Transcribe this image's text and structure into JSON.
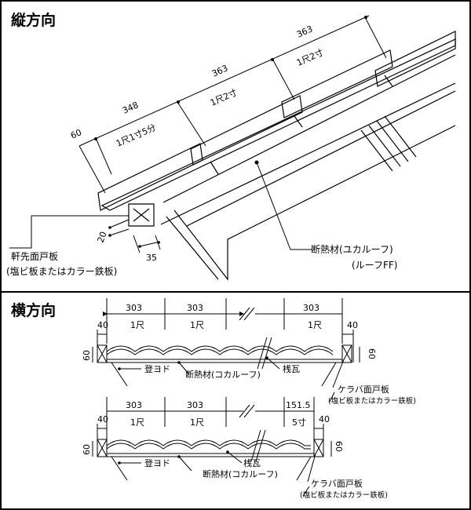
{
  "section1": {
    "title": "縦方向",
    "dims": {
      "d60": "60",
      "d348": "348",
      "d348_jp": "1尺1寸5分",
      "d363a": "363",
      "d363a_jp": "1尺2寸",
      "d363b": "363",
      "d363b_jp": "1尺2寸",
      "d20": "20",
      "d35": "35"
    },
    "label_eave_1": "軒先面戸板",
    "label_eave_2": "(塩ビ板またはカラー鉄板)",
    "label_insul_1": "断熱材(ユカルーフ)",
    "label_insul_2": "(ルーフFF)"
  },
  "section2": {
    "title": "横方向",
    "top": {
      "d1": "303",
      "d1_jp": "1尺",
      "d2": "303",
      "d2_jp": "1尺",
      "d3": "303",
      "d3_jp": "1尺",
      "d40l": "40",
      "d40r": "40",
      "d60l": "60",
      "d60r": "60"
    },
    "bottom": {
      "d1": "303",
      "d1_jp": "1尺",
      "d2": "303",
      "d2_jp": "1尺",
      "d3": "151.5",
      "d3_jp": "5寸",
      "d40l": "40",
      "d40r": "40",
      "d60l": "60",
      "d60r": "60"
    },
    "label_nobori": "登ヨド",
    "label_insul": "断熱材(コカルーフ)",
    "label_tile": "桟瓦",
    "label_kerab_1": "ケラバ面戸板",
    "label_kerab_2": "(塩ビ板またはカラー鉄板)"
  }
}
